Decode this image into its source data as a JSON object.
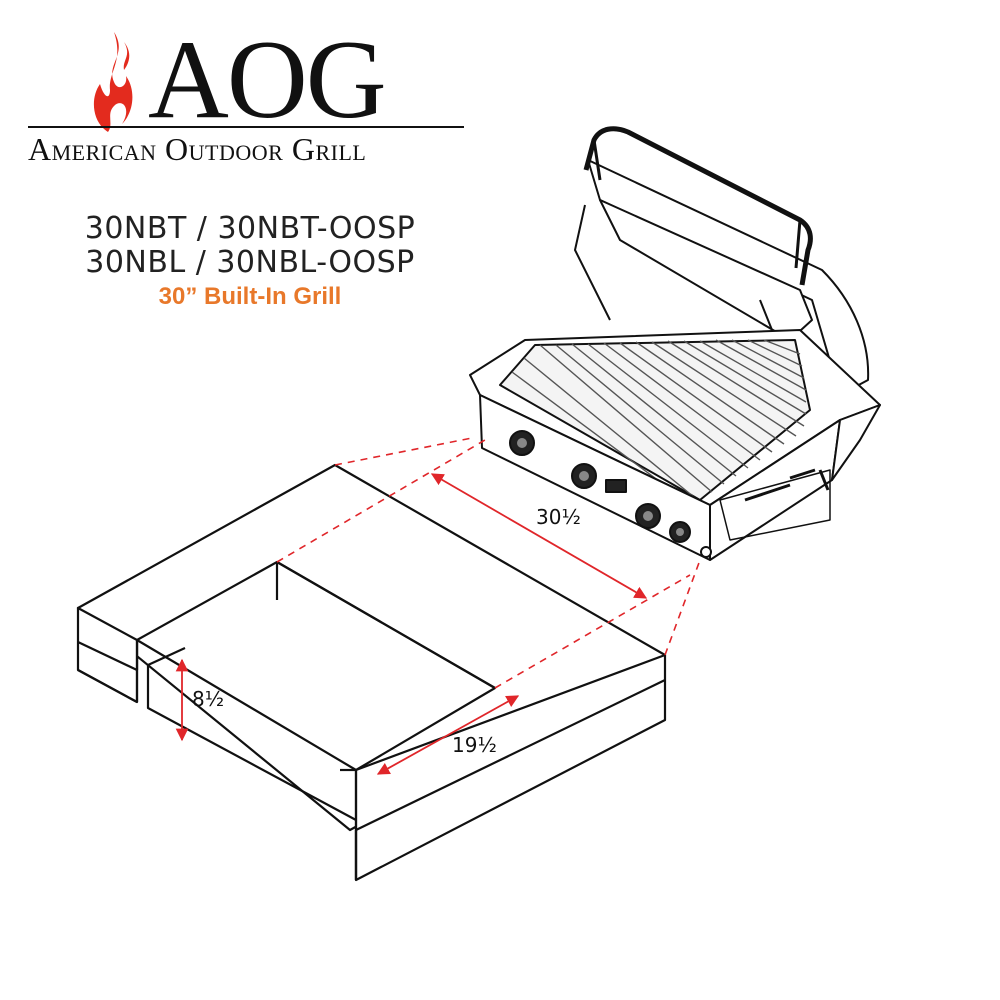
{
  "logo": {
    "wordmark": "AOG",
    "tagline": "American Outdoor Grill"
  },
  "models": {
    "line1": "30NBT / 30NBT-OOSP",
    "line2": "30NBL / 30NBL-OOSP",
    "product_title": "30” Built-In Grill"
  },
  "dimensions": {
    "width": "30½",
    "depth": "19½",
    "height": "8½"
  },
  "colors": {
    "accent": "#e8782a",
    "flame": "#e32b1e",
    "dimension_line": "#e0262a",
    "ink": "#111111"
  },
  "icons": {
    "flame": "flame-icon"
  }
}
